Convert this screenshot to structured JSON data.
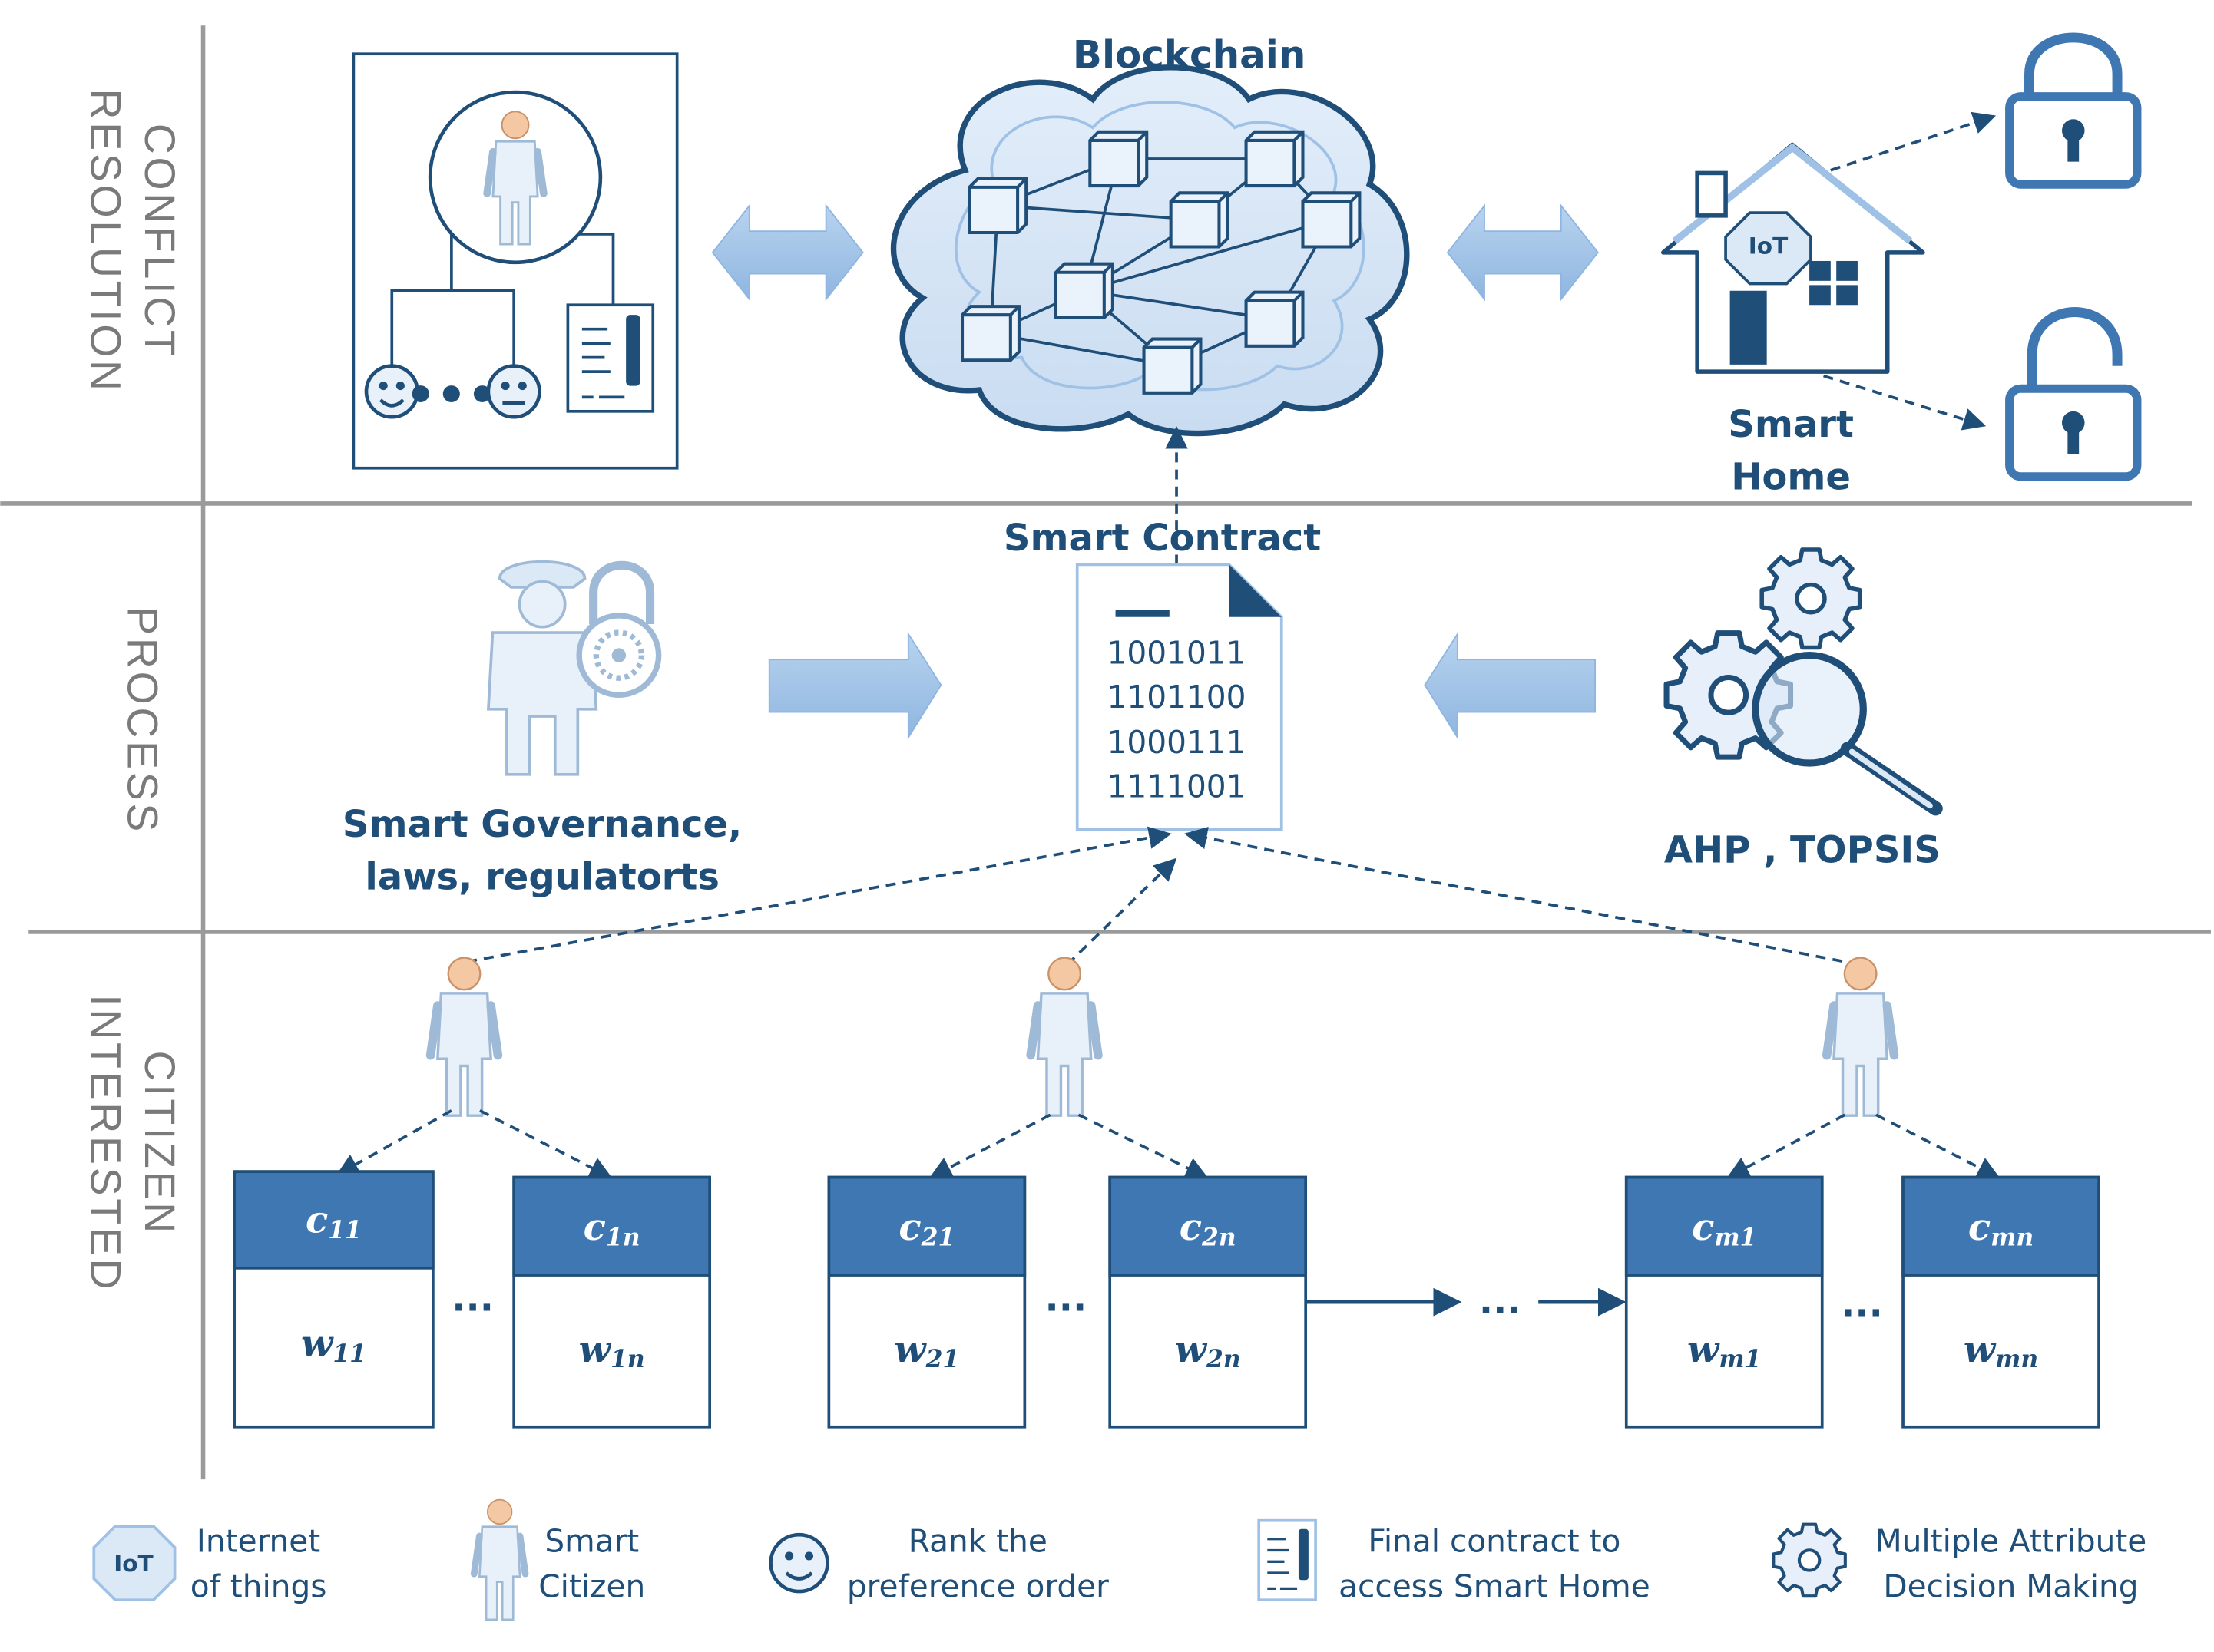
{
  "lanes": {
    "top": [
      "CONFLICT",
      "RESOLUTION"
    ],
    "middle": [
      "PROCESS"
    ],
    "bottom": [
      "CITIZEN",
      "INTERESTED"
    ]
  },
  "top": {
    "blockchain_label": "Blockchain",
    "iot_badge": "IoT",
    "smart_home_label": [
      "Smart",
      "Home"
    ]
  },
  "middle": {
    "smart_contract_label": "Smart Contract",
    "binary_lines": [
      "1001011",
      "1101100",
      "1000111",
      "1111001"
    ],
    "governance_label": [
      "Smart Governance,",
      "laws, regulatorts"
    ],
    "ahp_label": "AHP , TOPSIS"
  },
  "bottom": {
    "groups": [
      {
        "criteria": [
          {
            "c": "c",
            "cs": "11",
            "w": "w",
            "ws": "11"
          },
          {
            "c": "c",
            "cs": "1n",
            "w": "w",
            "ws": "1n"
          }
        ]
      },
      {
        "criteria": [
          {
            "c": "c",
            "cs": "21",
            "w": "w",
            "ws": "21"
          },
          {
            "c": "c",
            "cs": "2n",
            "w": "w",
            "ws": "2n"
          }
        ]
      },
      {
        "criteria": [
          {
            "c": "c",
            "cs": "m1",
            "w": "w",
            "ws": "m1"
          },
          {
            "c": "c",
            "cs": "mn",
            "w": "w",
            "ws": "mn"
          }
        ]
      }
    ],
    "ellipsis": "..."
  },
  "legend": [
    {
      "icon": "iot-octagon-icon",
      "badge": "IoT",
      "lines": [
        "Internet",
        "of things"
      ]
    },
    {
      "icon": "smart-citizen-icon",
      "lines": [
        "Smart",
        "Citizen"
      ]
    },
    {
      "icon": "smiley-icon",
      "lines": [
        "Rank the",
        "preference order"
      ]
    },
    {
      "icon": "contract-document-icon",
      "lines": [
        "Final contract to",
        "access Smart Home"
      ]
    },
    {
      "icon": "gear-icon",
      "lines": [
        "Multiple Attribute",
        "Decision Making"
      ]
    }
  ],
  "colors": {
    "dark_blue": "#1f4e79",
    "mid_blue": "#3f77b3",
    "light_blue": "#9fc1e6",
    "pale_blue": "#dbe8f6",
    "lane_gray": "#9a9a9a"
  }
}
